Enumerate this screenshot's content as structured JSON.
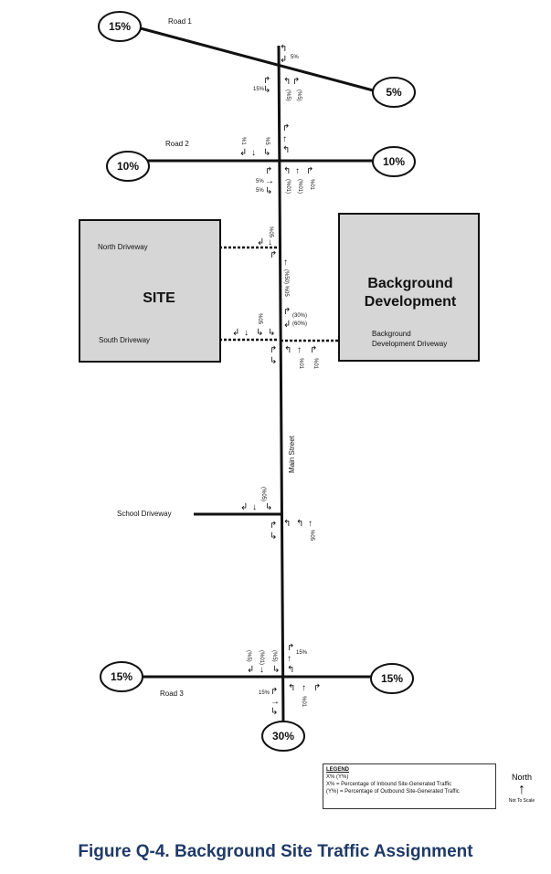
{
  "roads": {
    "road1": "Road 1",
    "road2": "Road 2",
    "road3": "Road 3",
    "main_street": "Main Street",
    "north_driveway": "North Driveway",
    "south_driveway": "South Driveway",
    "school_driveway": "School Driveway",
    "bg_driveway_1": "Background",
    "bg_driveway_2": "Development Driveway"
  },
  "boxes": {
    "site": "SITE",
    "background_1": "Background",
    "background_2": "Development"
  },
  "bubbles": {
    "road1_west": "15%",
    "road1_east": "5%",
    "road2_west": "10%",
    "road2_east": "10%",
    "road3_west": "15%",
    "road3_east": "15%",
    "main_south": "30%"
  },
  "volumes": {
    "r1_sb_right": "5%",
    "r1_eb_left": "15%",
    "r1_nb_a": "(%5)",
    "r1_nb_b": "(%5)",
    "r2_nb_a": "%1",
    "r2_nb_b": "%5",
    "r2_sb_a": "5%",
    "r2_sb_b": "5%",
    "r2_nb_c": "(%01)",
    "r2_nb_d": "(%01)",
    "r2_nb_e": "%01",
    "nd_a": "%05",
    "nd_b": "(%50) %05",
    "sd_a": "(30%)",
    "sd_b": "(60%)",
    "sd_c": "%05",
    "sd_d": "%01",
    "sd_e": "%01",
    "sch_a": "(%05)",
    "sch_b": "%05",
    "r3_a": "(%5)",
    "r3_b": "(%01)",
    "r3_c": "(%5)",
    "r3_d": "15%",
    "r3_e": "15%",
    "r3_f": "%01"
  },
  "legend": {
    "title": "LEGEND",
    "line1": "X% (Y%)",
    "line2": "X% = Percentage of Inbound Site-Generated Traffic",
    "line3": "(Y%) = Percentage of Outbound Site-Generated Traffic"
  },
  "north": {
    "label": "North",
    "arrow": "↑",
    "scale": "Not To Scale"
  },
  "caption": "Figure Q-4. Background Site Traffic Assignment",
  "colors": {
    "caption": "#1f3a68",
    "box_fill": "#d6d6d6",
    "line": "#111111"
  }
}
